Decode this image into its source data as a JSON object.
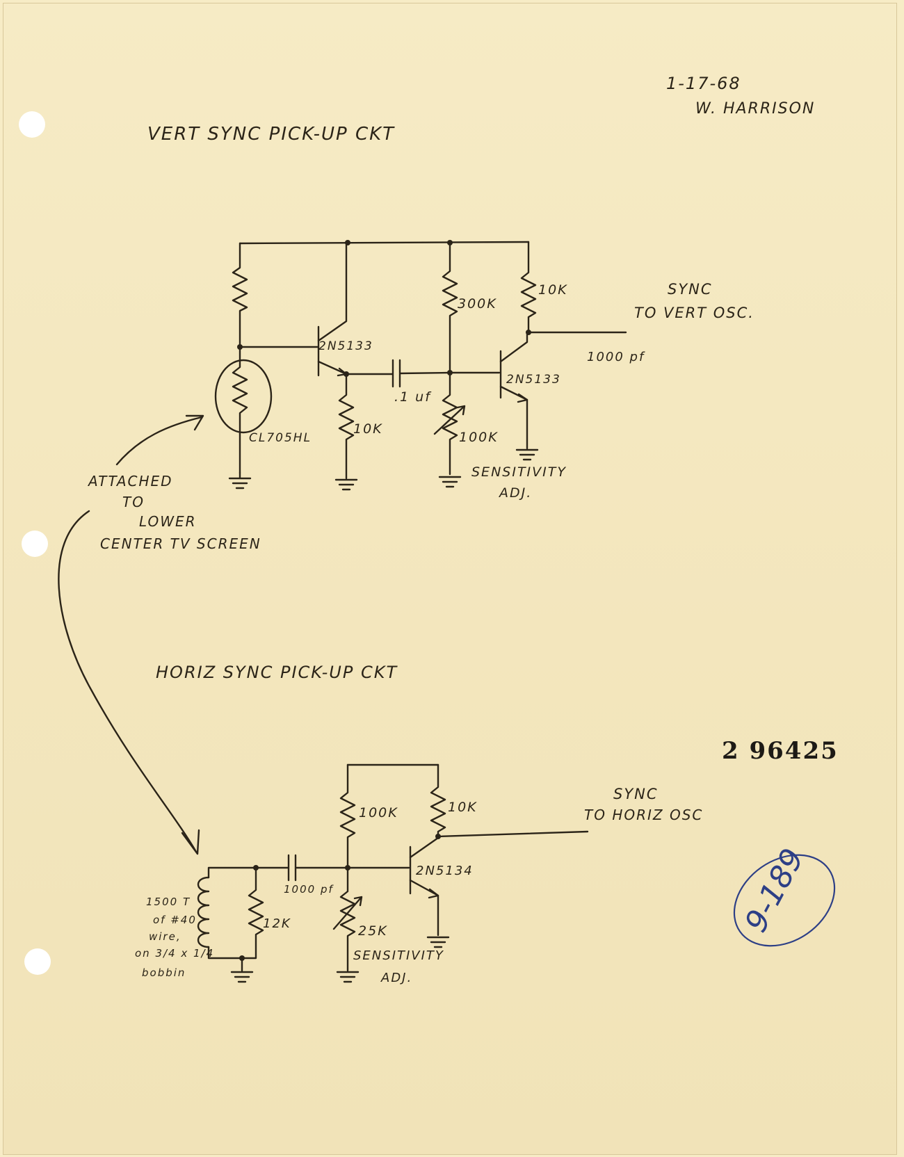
{
  "document": {
    "date": "1-17-68",
    "author": "W. HARRISON",
    "stamp_number": "2 96425",
    "archive_label": "9-189"
  },
  "vertical_circuit": {
    "title": "VERT SYNC PICK-UP CKT",
    "resistor_collector": "10K",
    "resistor_base_bias": "300K",
    "transistor_1": "2N5133",
    "transistor_2": "2N5133",
    "coupling_capacitor": ".1 uf",
    "resistor_emitter": "10K",
    "sensitivity_pot": "100K",
    "sensitivity_label_1": "SENSITIVITY",
    "sensitivity_label_2": "ADJ.",
    "photocell": "CL705HL",
    "output_capacitor": "1000 pf",
    "output_line_1": "SYNC",
    "output_line_2": "TO VERT OSC."
  },
  "annotation": {
    "line_1": "ATTACHED",
    "line_2": "TO",
    "line_3": "LOWER",
    "line_4": "CENTER TV SCREEN"
  },
  "horizontal_circuit": {
    "title": "HORIZ SYNC PICK-UP CKT",
    "resistor_base": "100K",
    "resistor_collector": "10K",
    "transistor": "2N5134",
    "coupling_capacitor": "1000 pf",
    "resistor_shunt": "12K",
    "sensitivity_pot": "25K",
    "sensitivity_label_1": "SENSITIVITY",
    "sensitivity_label_2": "ADJ.",
    "coil_line_1": "1500 T",
    "coil_line_2": "of #40",
    "coil_line_3": "wire,",
    "coil_line_4": "on 3/4 x 1/4",
    "coil_line_5": "bobbin",
    "output_line_1": "SYNC",
    "output_line_2": "TO HORIZ OSC"
  },
  "colors": {
    "paper": "#f6ebc5",
    "pencil": "#2b2418",
    "blue_ink": "#2d3f86",
    "stamp_ink": "#1d1a16"
  }
}
